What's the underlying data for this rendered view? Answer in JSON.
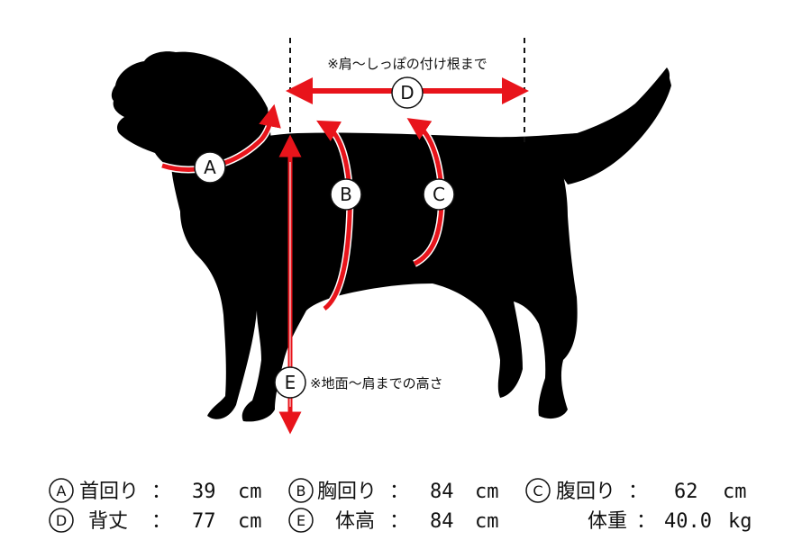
{
  "colors": {
    "accent": "#e8141b",
    "silhouette": "#000000",
    "text": "#111111"
  },
  "annotations": {
    "d_note": "※肩～しっぽの付け根まで",
    "e_note": "※地面～肩までの高さ"
  },
  "markers": {
    "A": "A",
    "B": "B",
    "C": "C",
    "D": "D",
    "E": "E"
  },
  "measurements": [
    {
      "marker": "A",
      "label": "首回り",
      "colon": "：",
      "value": "39",
      "unit": "cm"
    },
    {
      "marker": "B",
      "label": "胸回り",
      "colon": "：",
      "value": "84",
      "unit": "cm"
    },
    {
      "marker": "C",
      "label": "腹回り",
      "colon": "：",
      "value": "62",
      "unit": "cm"
    },
    {
      "marker": "D",
      "label": "背丈",
      "colon": "：",
      "value": "77",
      "unit": "cm"
    },
    {
      "marker": "E",
      "label": "体高",
      "colon": "：",
      "value": "84",
      "unit": "cm"
    },
    {
      "marker": "",
      "label": "体重",
      "colon": "：",
      "value": "40.0",
      "unit": "kg"
    }
  ]
}
